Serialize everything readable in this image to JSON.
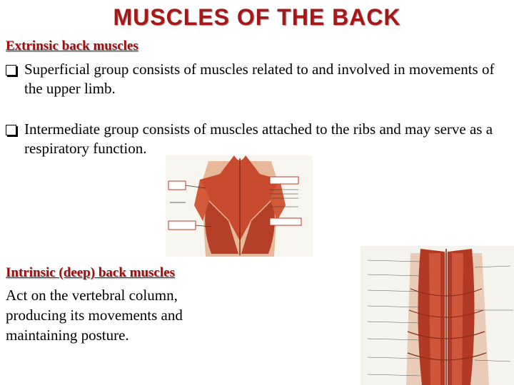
{
  "title": "MUSCLES OF THE BACK",
  "extrinsic": {
    "heading": "Extrinsic back muscles",
    "bullets": [
      "Superficial group consists of muscles related to and involved in movements of the upper limb.",
      "Intermediate group consists of muscles attached to the ribs and may serve as a respiratory function."
    ]
  },
  "intrinsic": {
    "heading": "Intrinsic (deep) back muscles",
    "text": "Act on the vertebral column, producing its movements and maintaining posture."
  },
  "colors": {
    "title": "#a81717",
    "heading": "#a00d0d",
    "muscle": "#c2432c"
  },
  "icons": [
    "checkbox-bullet-icon",
    "superficial-back-muscles-illustration",
    "deep-back-muscles-illustration"
  ]
}
